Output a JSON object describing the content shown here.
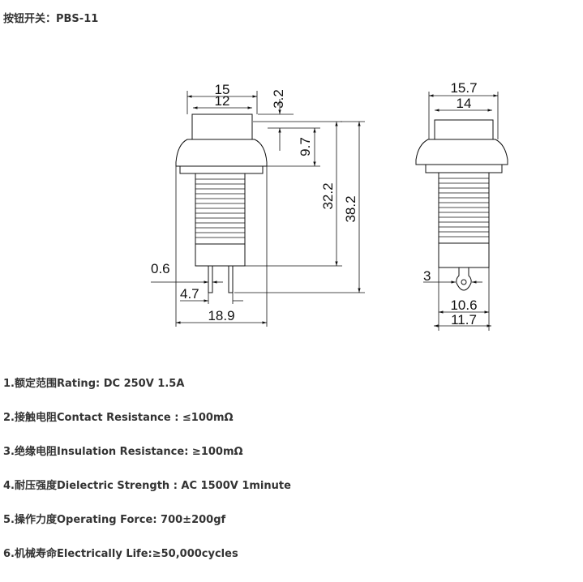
{
  "header": {
    "title": "按钮开关：PBS-11"
  },
  "drawing": {
    "left_view": {
      "dims": [
        "15",
        "12",
        "3.2",
        "9.7",
        "32.2",
        "38.2",
        "0.6",
        "4.7",
        "18.9"
      ]
    },
    "right_view": {
      "dims": [
        "15.7",
        "14",
        "3",
        "10.6",
        "11.7"
      ]
    }
  },
  "specs": [
    "1.额定范围Rating: DC 250V 1.5A",
    "2.接触电阻Contact Resistance : ≤100mΩ",
    "3.绝缘电阻Insulation Resistance: ≥100mΩ",
    "4.耐压强度Dielectric Strength : AC 1500V 1minute",
    "5.操作力度Operating Force: 700±200gf",
    "6.机械寿命Electrically Life:≥50,000cycles"
  ]
}
